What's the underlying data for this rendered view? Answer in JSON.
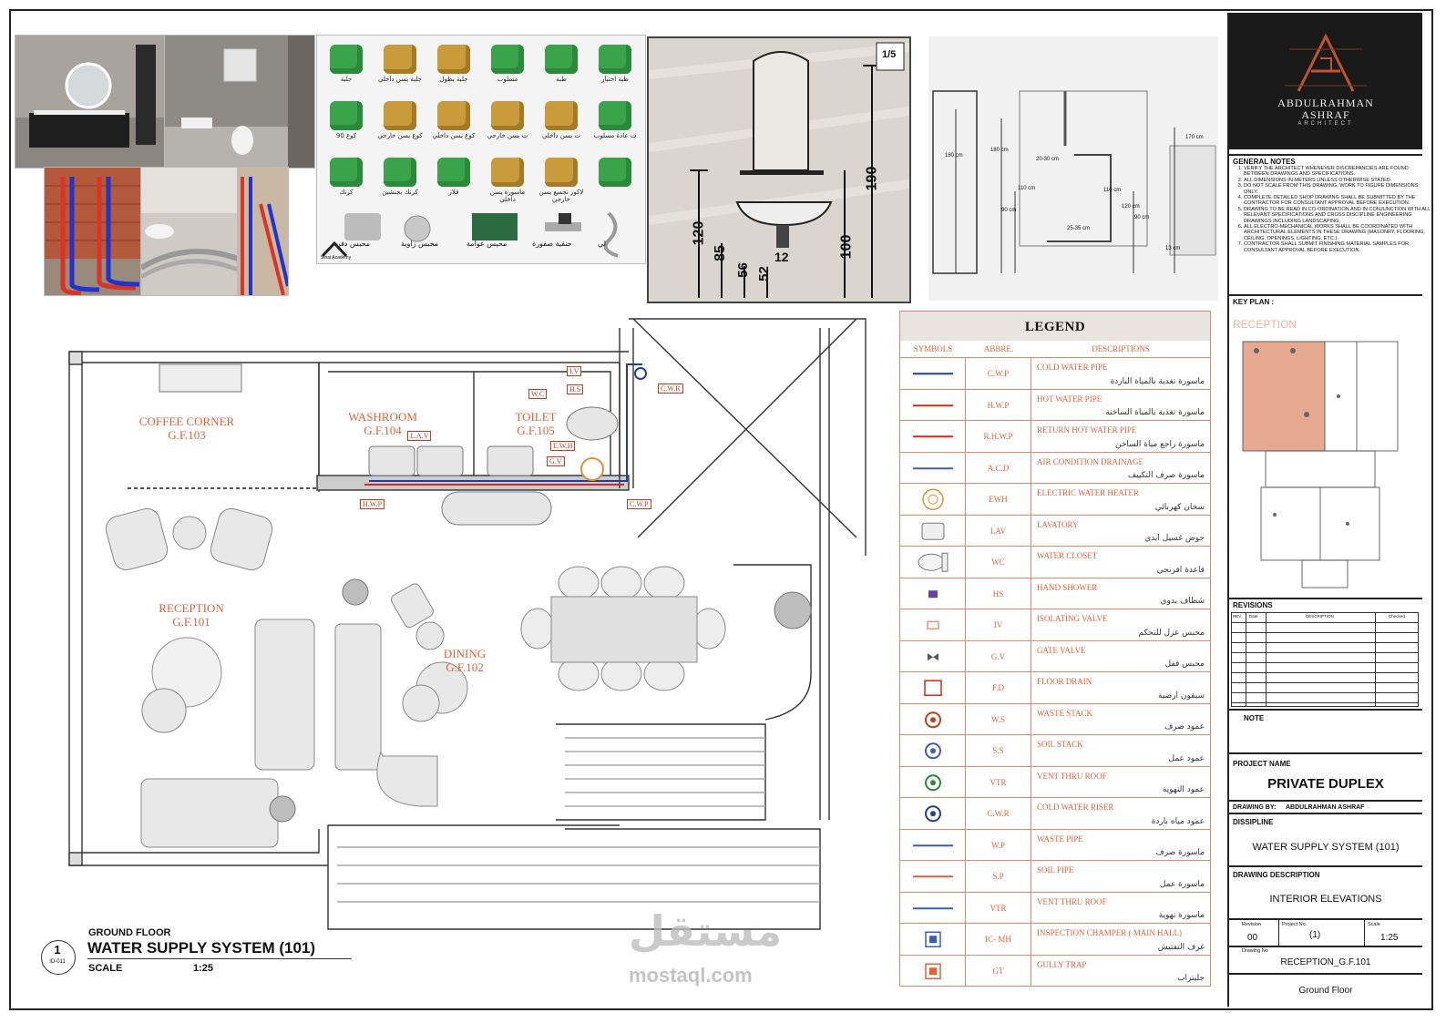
{
  "fittings": [
    {
      "label": "جلبة",
      "brass": false
    },
    {
      "label": "جلبة بسن داخلي",
      "brass": true
    },
    {
      "label": "جلبة بطول",
      "brass": true
    },
    {
      "label": "مسلوب",
      "brass": false
    },
    {
      "label": "طبة",
      "brass": false
    },
    {
      "label": "طبة اختبار",
      "brass": false
    },
    {
      "label": "كوع 90",
      "brass": false
    },
    {
      "label": "كوع بسن خارجي",
      "brass": true
    },
    {
      "label": "كوع بسن داخلي",
      "brass": true
    },
    {
      "label": "ت بسن خارجي",
      "brass": true
    },
    {
      "label": "ت بسن داخلي",
      "brass": true
    },
    {
      "label": "ت عادة مسلوب",
      "brass": false
    },
    {
      "label": "كرنك",
      "brass": false
    },
    {
      "label": "كرنك بجنشين",
      "brass": false
    },
    {
      "label": "قلاز",
      "brass": false
    },
    {
      "label": "ماسورة بسن داخلي",
      "brass": true
    },
    {
      "label": "لاكور تجميع بسن خارجي",
      "brass": true
    },
    {
      "label": "",
      "brass": false
    }
  ],
  "valves": [
    "محبس دفن",
    "محبس زاوية",
    "محبس عوامة",
    "حنفية صفورة",
    "لي"
  ],
  "academy_text": "Sinai Academy",
  "elevation_scale": "1/5",
  "elev_dims": [
    "190",
    "120",
    "100",
    "85",
    "56",
    "52",
    "12"
  ],
  "access_dims": [
    "180 cm",
    "180 cm",
    "20-30 cm",
    "110 cm",
    "90 cm",
    "110 cm",
    "120 cm",
    "90 cm",
    "25-35 cm",
    "170 cm",
    "13 cm"
  ],
  "plan": {
    "rooms": [
      {
        "name": "COFFEE CORNER",
        "code": "G.F.103"
      },
      {
        "name": "WASHROOM",
        "code": "G.F.104"
      },
      {
        "name": "TOILET",
        "code": "G.F.105"
      },
      {
        "name": "RECEPTION",
        "code": "G.F.101"
      },
      {
        "name": "DINING",
        "code": "G.F.102"
      }
    ],
    "tags": [
      "I.V",
      "H.S",
      "W.C",
      "L.A.V",
      "E.W.H",
      "G.V",
      "H.W.P",
      "C.W.P",
      "C.W.R"
    ]
  },
  "legend": {
    "title": "LEGEND",
    "headers": [
      "SYMBOLS",
      "ABBRE.",
      "DESCRIPTIONS"
    ],
    "rows": [
      {
        "abbr": "C.W.P",
        "en": "COLD WATER PIPE",
        "ar": "ماسورة تغذية بالمياة الباردة",
        "sym": "line",
        "color": "#1f3fa0"
      },
      {
        "abbr": "H.W.P",
        "en": "HOT WATER PIPE",
        "ar": "ماسورة تغذية بالمياة الساخنة",
        "sym": "line",
        "color": "#d4281c"
      },
      {
        "abbr": "R.H.W.P",
        "en": "RETURN HOT WATER PIPE",
        "ar": "ماسورة راجع مياة الساخن",
        "sym": "line",
        "color": "#d4281c"
      },
      {
        "abbr": "A.C.D",
        "en": "AIR CONDITION DRAINAGE",
        "ar": "ماسورة صرف التكييف",
        "sym": "line",
        "color": "#3a5fb8"
      },
      {
        "abbr": "EWH",
        "en": "ELECTRIC WATER HEATER",
        "ar": "سخان كهربائي",
        "sym": "ewh",
        "color": "#e0913b"
      },
      {
        "abbr": "LAV",
        "en": "LAVATORY",
        "ar": "حوض غسيل ايدي",
        "sym": "lav",
        "color": "#777777"
      },
      {
        "abbr": "WC",
        "en": "WATER CLOSET",
        "ar": "قاعدة افرنجي",
        "sym": "wc",
        "color": "#777777"
      },
      {
        "abbr": "HS",
        "en": "HAND SHOWER",
        "ar": "شطاف يدوي",
        "sym": "hs",
        "color": "#6a3fa0"
      },
      {
        "abbr": "IV",
        "en": "ISOLATING VALVE",
        "ar": "محبس عزل للتحكم",
        "sym": "iv",
        "color": "#e0613b"
      },
      {
        "abbr": "G.V",
        "en": "GATE VALVE",
        "ar": "محبس قفل",
        "sym": "gv",
        "color": "#555555"
      },
      {
        "abbr": "F.D",
        "en": "FLOOR DRAIN",
        "ar": "سيفون ارضية",
        "sym": "fd",
        "color": "#d4281c"
      },
      {
        "abbr": "W.S",
        "en": "WASTE STACK",
        "ar": "عمود صرف",
        "sym": "ring",
        "color": "#c73a20"
      },
      {
        "abbr": "S.S",
        "en": "SOIL STACK",
        "ar": "عمود عمل",
        "sym": "ring",
        "color": "#3a5fb8"
      },
      {
        "abbr": "VTR",
        "en": "VENT THRU ROOF",
        "ar": "عمود التهوية",
        "sym": "ring",
        "color": "#2b8a3a"
      },
      {
        "abbr": "C.W.R",
        "en": "COLD WATER RISER",
        "ar": "عمود مياه باردة",
        "sym": "ring",
        "color": "#1f3fa0"
      },
      {
        "abbr": "W.P",
        "en": "WASTE PIPE",
        "ar": "ماسورة صرف",
        "sym": "line",
        "color": "#3a5fb8"
      },
      {
        "abbr": "S.P",
        "en": "SOIL PIPE",
        "ar": "ماسورة عمل",
        "sym": "line",
        "color": "#e0613b"
      },
      {
        "abbr": "VTR",
        "en": "VENT THRU ROOF",
        "ar": "ماسورة تهوية",
        "sym": "line",
        "color": "#3a5fb8"
      },
      {
        "abbr": "IC- MH",
        "en": "INSPECTION CHAMPER ( MAIN HALL)",
        "ar": "غرف التفتيش",
        "sym": "sq",
        "color": "#3a5fb8"
      },
      {
        "abbr": "GT",
        "en": "GULLY TRAP",
        "ar": "جليتراب",
        "sym": "sq",
        "color": "#e0613b"
      }
    ]
  },
  "titleblock": {
    "logo_name1": "ABDULRAHMAN",
    "logo_name2": "ASHRAF",
    "logo_sub": "ARCHITECT",
    "notes_label": "GENERAL NOTES",
    "notes": [
      "VERIFY THE ARCHITECT WHENEVER DISCREPANCIES ARE FOUND BETWEEN DRAWINGS AND SPECIFICATIONS.",
      "ALL DIMENSIONS IN METERS UNLESS OTHERWISE STATED.",
      "DO NOT SCALE FROM THIS DRAWING, WORK TO FIGURE DIMENSIONS ONLY.",
      "COMPLETE DETAILED SHOP DRAWING SHALL BE SUBMITTED BY THE CONTRACTOR FOR CONSULTANT APPROVAL BEFORE EXECUTION.",
      "DRAWING TO BE READ IN CO-ORDINATION AND IN CONJUNCTION WITH ALL RELEVANT SPECIFICATIONS AND CROSS DISCIPLINE ENGINEERING DRAWINGS INCLUDING LANDSCAPING.",
      "ALL ELECTRO-MECHANICAL WORKS SHALL BE COORDINATED WITH ARCHITECTURAL ELEMENTS IN THESE DRAWING (MASONRY, FLOORING, CEILING, OPENINGS, LIGHTING, ETC.).",
      "CONTRACTOR SHALL SUBMIT FINISHING MATERIAL SAMPLES FOR CONSULTANT APPROVAL BEFORE EXECUTION."
    ],
    "keyplan_label": "KEY PLAN :",
    "keyplan_room": "RECEPTION",
    "revisions_label": "REVISIONS",
    "rev_headers": [
      "REV.",
      "Date",
      "DESCRIPTION",
      "Checked"
    ],
    "note_label": "NOTE",
    "project_label": "PROJECT NAME",
    "project": "PRIVATE DUPLEX",
    "drawn_label": "DRAWING BY:",
    "drawn": "ABDULRAHMAN ASHRAF",
    "discipline_label": "DISSIPLINE",
    "discipline": "WATER SUPPLY SYSTEM (101)",
    "desc_label": "DRAWING DESCRIPTION",
    "desc": "INTERIOR ELEVATIONS",
    "rev_col": "Revision",
    "proj_col": "Project No.",
    "scale_col": "Scale",
    "rev_val": "00",
    "proj_val": "(1)",
    "scale_val": "1:25",
    "dwg_label": "Drawing No",
    "dwg": "RECEPTION_G.F.101",
    "floor": "Ground Floor"
  },
  "drawing_title": {
    "number": "1",
    "ref": "ID-011",
    "floor": "GROUND FLOOR",
    "title": "WATER SUPPLY SYSTEM (101)",
    "scale_label": "SCALE",
    "scale": "1:25"
  },
  "watermark": {
    "ar": "مستقل",
    "en": "mostaql.com"
  }
}
